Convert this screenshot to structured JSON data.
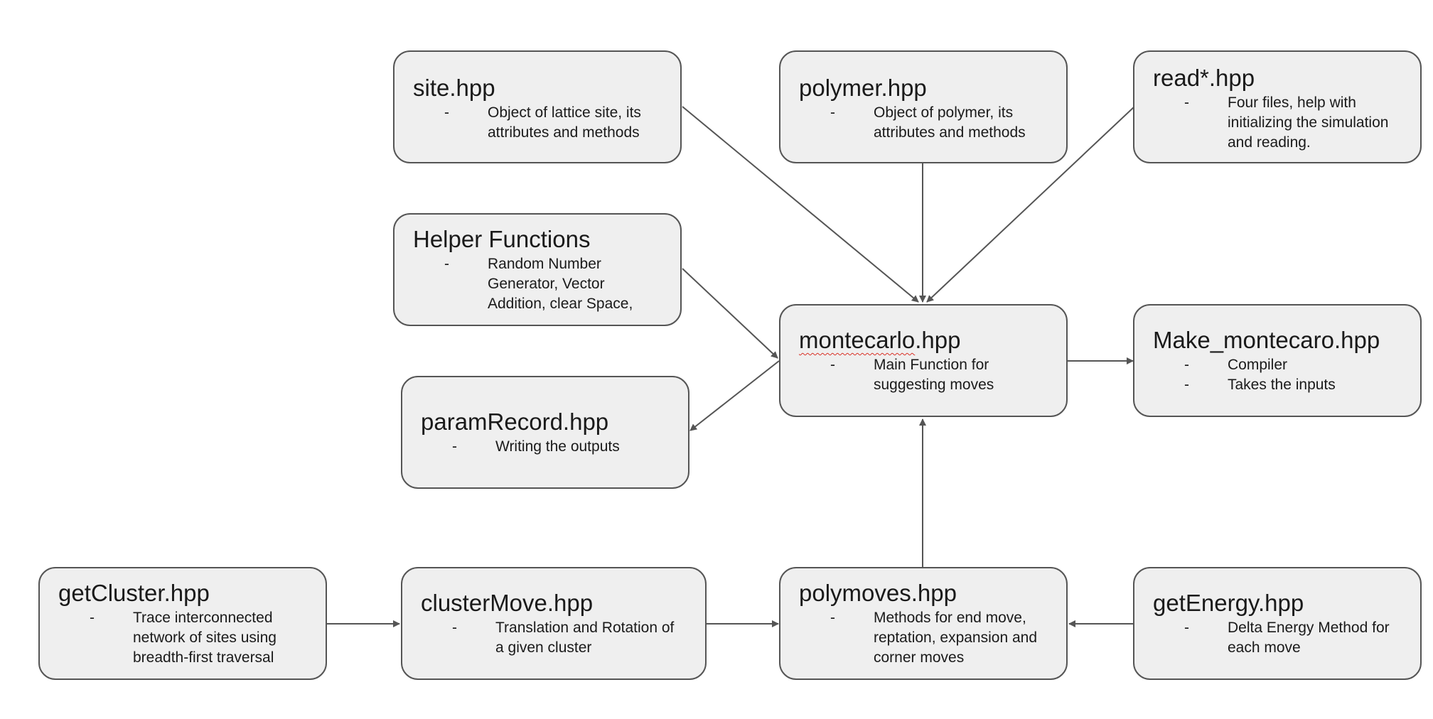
{
  "colors": {
    "box_fill": "#efefef",
    "box_border": "#555555",
    "arrow": "#555555",
    "spellcheck_underline": "#d93025"
  },
  "nodes": {
    "site": {
      "title": "site.hpp",
      "bullets": [
        "Object of lattice site, its attributes and methods"
      ]
    },
    "polymer": {
      "title": "polymer.hpp",
      "bullets": [
        "Object of polymer, its attributes and methods"
      ]
    },
    "read": {
      "title": "read*.hpp",
      "bullets": [
        "Four files, help with initializing the simulation and reading."
      ]
    },
    "helper": {
      "title": "Helper Functions",
      "bullets": [
        "Random Number Generator, Vector Addition, clear Space,"
      ]
    },
    "montecarlo": {
      "title_main": "montecarlo",
      "title_ext": ".hpp",
      "bullets": [
        "Main Function for suggesting moves"
      ]
    },
    "make": {
      "title": "Make_montecaro.hpp",
      "bullets": [
        "Compiler",
        "Takes the inputs"
      ]
    },
    "paramrecord": {
      "title": "paramRecord.hpp",
      "bullets": [
        "Writing the outputs"
      ]
    },
    "getcluster": {
      "title": "getCluster.hpp",
      "bullets": [
        "Trace interconnected network of sites using breadth-first traversal"
      ]
    },
    "clustermove": {
      "title": "clusterMove.hpp",
      "bullets": [
        "Translation and Rotation of a given cluster"
      ]
    },
    "polymoves": {
      "title": "polymoves.hpp",
      "bullets": [
        "Methods for end move, reptation, expansion and corner moves"
      ]
    },
    "getenergy": {
      "title": "getEnergy.hpp",
      "bullets": [
        "Delta Energy Method for each move"
      ]
    }
  },
  "bullet_marker": "-",
  "edges": [
    {
      "from": "site",
      "to": "montecarlo"
    },
    {
      "from": "polymer",
      "to": "montecarlo"
    },
    {
      "from": "read",
      "to": "montecarlo"
    },
    {
      "from": "helper",
      "to": "montecarlo"
    },
    {
      "from": "montecarlo",
      "to": "paramrecord"
    },
    {
      "from": "montecarlo",
      "to": "make"
    },
    {
      "from": "polymoves",
      "to": "montecarlo"
    },
    {
      "from": "getcluster",
      "to": "clustermove"
    },
    {
      "from": "clustermove",
      "to": "polymoves"
    },
    {
      "from": "getenergy",
      "to": "polymoves"
    }
  ]
}
